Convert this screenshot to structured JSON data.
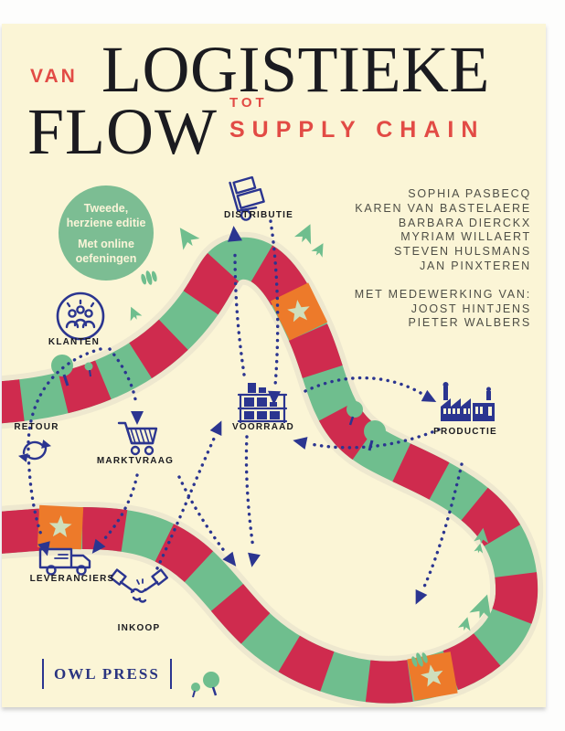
{
  "cover": {
    "title": {
      "van": "VAN",
      "main1": "LOGISTIEKE",
      "main2": "FLOW",
      "tot": "TOT",
      "sub": "SUPPLY CHAIN"
    },
    "edition_badge": {
      "line1": "Tweede,",
      "line2": "herziene editie",
      "line3": "Met online",
      "line4": "oefeningen"
    },
    "authors": [
      "SOPHIA PASBECQ",
      "KAREN VAN BASTELAERE",
      "BARBARA DIERCKX",
      "MYRIAM WILLAERT",
      "STEVEN HULSMANS",
      "JAN PINXTEREN"
    ],
    "contributors": {
      "heading": "MET MEDEWERKING VAN:",
      "names": [
        "JOOST HINTJENS",
        "PIETER WALBERS"
      ]
    },
    "publisher": {
      "name": "OWL PRESS"
    },
    "diagram": {
      "description": "board-game style supply chain loop",
      "nodes": [
        {
          "id": "distributie",
          "label": "DISTRIBUTIE",
          "icon": "hand-truck-icon"
        },
        {
          "id": "klanten",
          "label": "KLANTEN",
          "icon": "customers-group-icon"
        },
        {
          "id": "retour",
          "label": "RETOUR",
          "icon": "return-arrows-icon"
        },
        {
          "id": "marktvraag",
          "label": "MARKTVRAAG",
          "icon": "shopping-cart-icon"
        },
        {
          "id": "voorraad",
          "label": "VOORRAAD",
          "icon": "warehouse-shelf-icon"
        },
        {
          "id": "productie",
          "label": "PRODUCTIE",
          "icon": "factory-icon"
        },
        {
          "id": "leveranciers",
          "label": "LEVERANCIERS",
          "icon": "delivery-truck-icon"
        },
        {
          "id": "inkoop",
          "label": "INKOOP",
          "icon": "handshake-icon"
        }
      ]
    },
    "colors": {
      "cover-cream": "#fbf5d6",
      "brand-navy": "#2b3590",
      "tile-red": "#cf2b4e",
      "tile-green": "#6fbe8e",
      "road-edge": "#eee8cf",
      "star-orange": "#ed7a2a",
      "star-fill": "#cfdfbc",
      "title-red": "#e24b45",
      "title-ink": "#1b1b20",
      "author-gray": "#4e4e46",
      "badge-green": "#7cbd93",
      "badge-cream": "#faf4d8"
    }
  }
}
